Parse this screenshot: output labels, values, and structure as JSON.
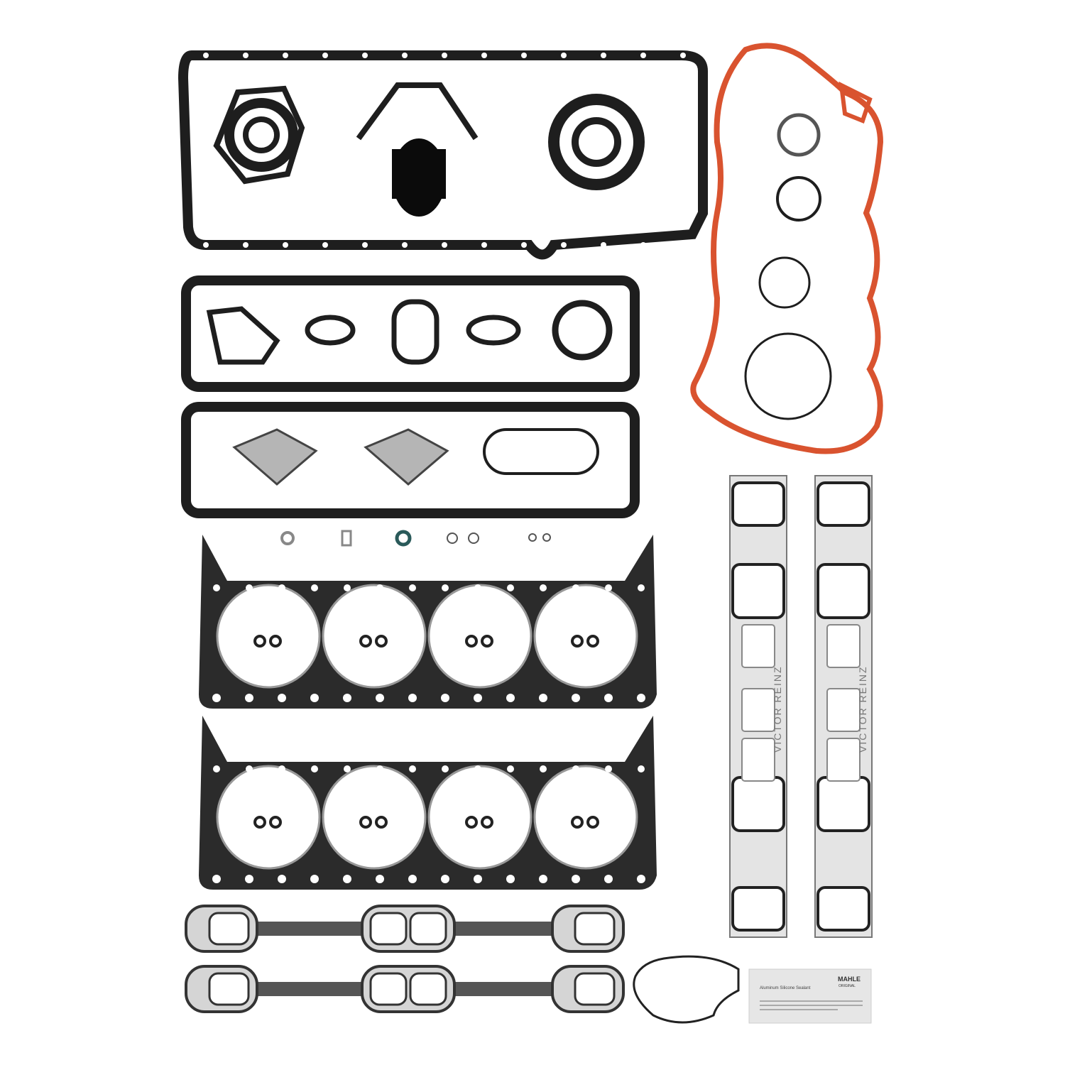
{
  "product": {
    "intake_gasket_brand_left": "VICTOR REINZ",
    "intake_gasket_brand_right": "VICTOR REINZ",
    "sealant": {
      "brand": "MAHLE",
      "brand_sub": "ORIGINAL",
      "title": "Aluminum Silicone Sealant"
    }
  },
  "colors": {
    "gasket_dark": "#1e1e1e",
    "gasket_red": "#d9532f",
    "gasket_grey": "#c9c9c9",
    "packet": "#e6e6e6"
  }
}
